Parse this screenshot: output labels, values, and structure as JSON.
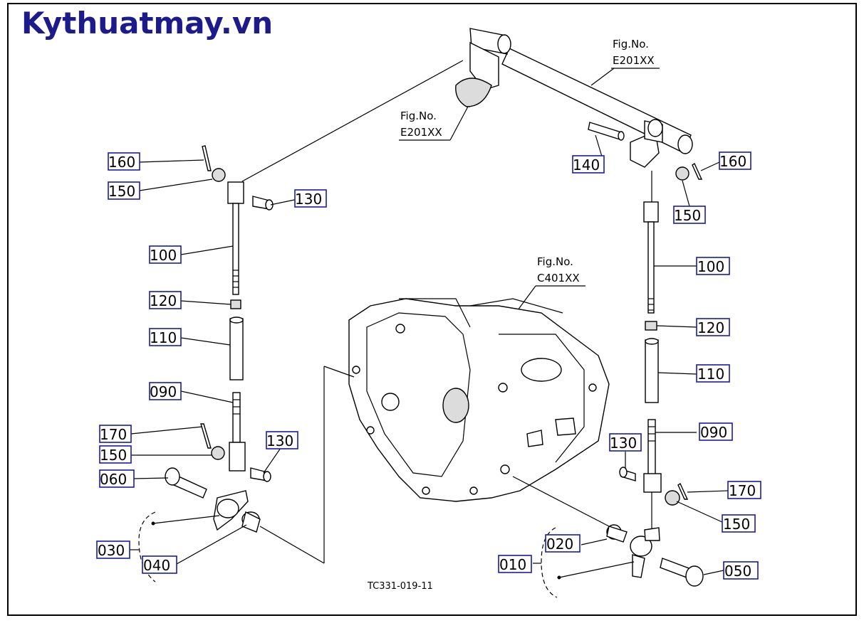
{
  "brand": "Kythuatmay.vn",
  "drawing_code": "TC331-019-11",
  "figure_refs": [
    {
      "label": "Fig.No.",
      "code": "E201XX"
    },
    {
      "label": "Fig.No.",
      "code": "E201XX"
    },
    {
      "label": "Fig.No.",
      "code": "C401XX"
    }
  ],
  "callouts_left": [
    "160",
    "150",
    "130",
    "100",
    "120",
    "110",
    "090",
    "170",
    "150",
    "130",
    "060",
    "030",
    "040"
  ],
  "callouts_right": [
    "140",
    "160",
    "150",
    "100",
    "120",
    "110",
    "090",
    "130",
    "170",
    "150",
    "020",
    "010",
    "050"
  ]
}
